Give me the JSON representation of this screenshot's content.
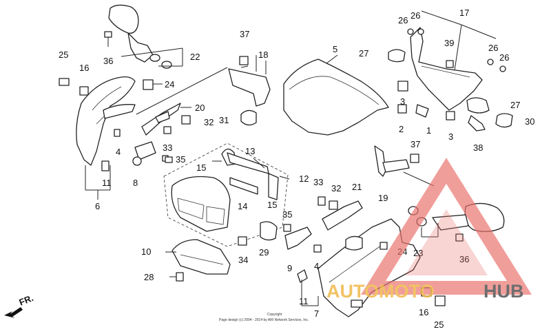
{
  "diagram": {
    "callouts": [
      "1",
      "2",
      "3",
      "3",
      "4",
      "4",
      "5",
      "6",
      "7",
      "8",
      "9",
      "10",
      "11",
      "11",
      "12",
      "13",
      "14",
      "15",
      "15",
      "16",
      "16",
      "17",
      "18",
      "19",
      "20",
      "21",
      "22",
      "23",
      "24",
      "24",
      "25",
      "25",
      "26",
      "26",
      "26",
      "26",
      "27",
      "27",
      "28",
      "29",
      "30",
      "31",
      "32",
      "32",
      "33",
      "33",
      "34",
      "35",
      "35",
      "36",
      "36",
      "37",
      "37",
      "38",
      "39"
    ],
    "direction_label": "FR.",
    "copyright_line1": "Copyright",
    "copyright_line2": "Page design (c) 2004 - 2014 by ARI Network Services, Inc."
  },
  "watermark": {
    "brand_part1": "AUTOMOTO",
    "brand_part2": "HUB",
    "color_accent": "#e8706a",
    "color_gold": "#f0b84a",
    "color_gray": "#555555"
  }
}
